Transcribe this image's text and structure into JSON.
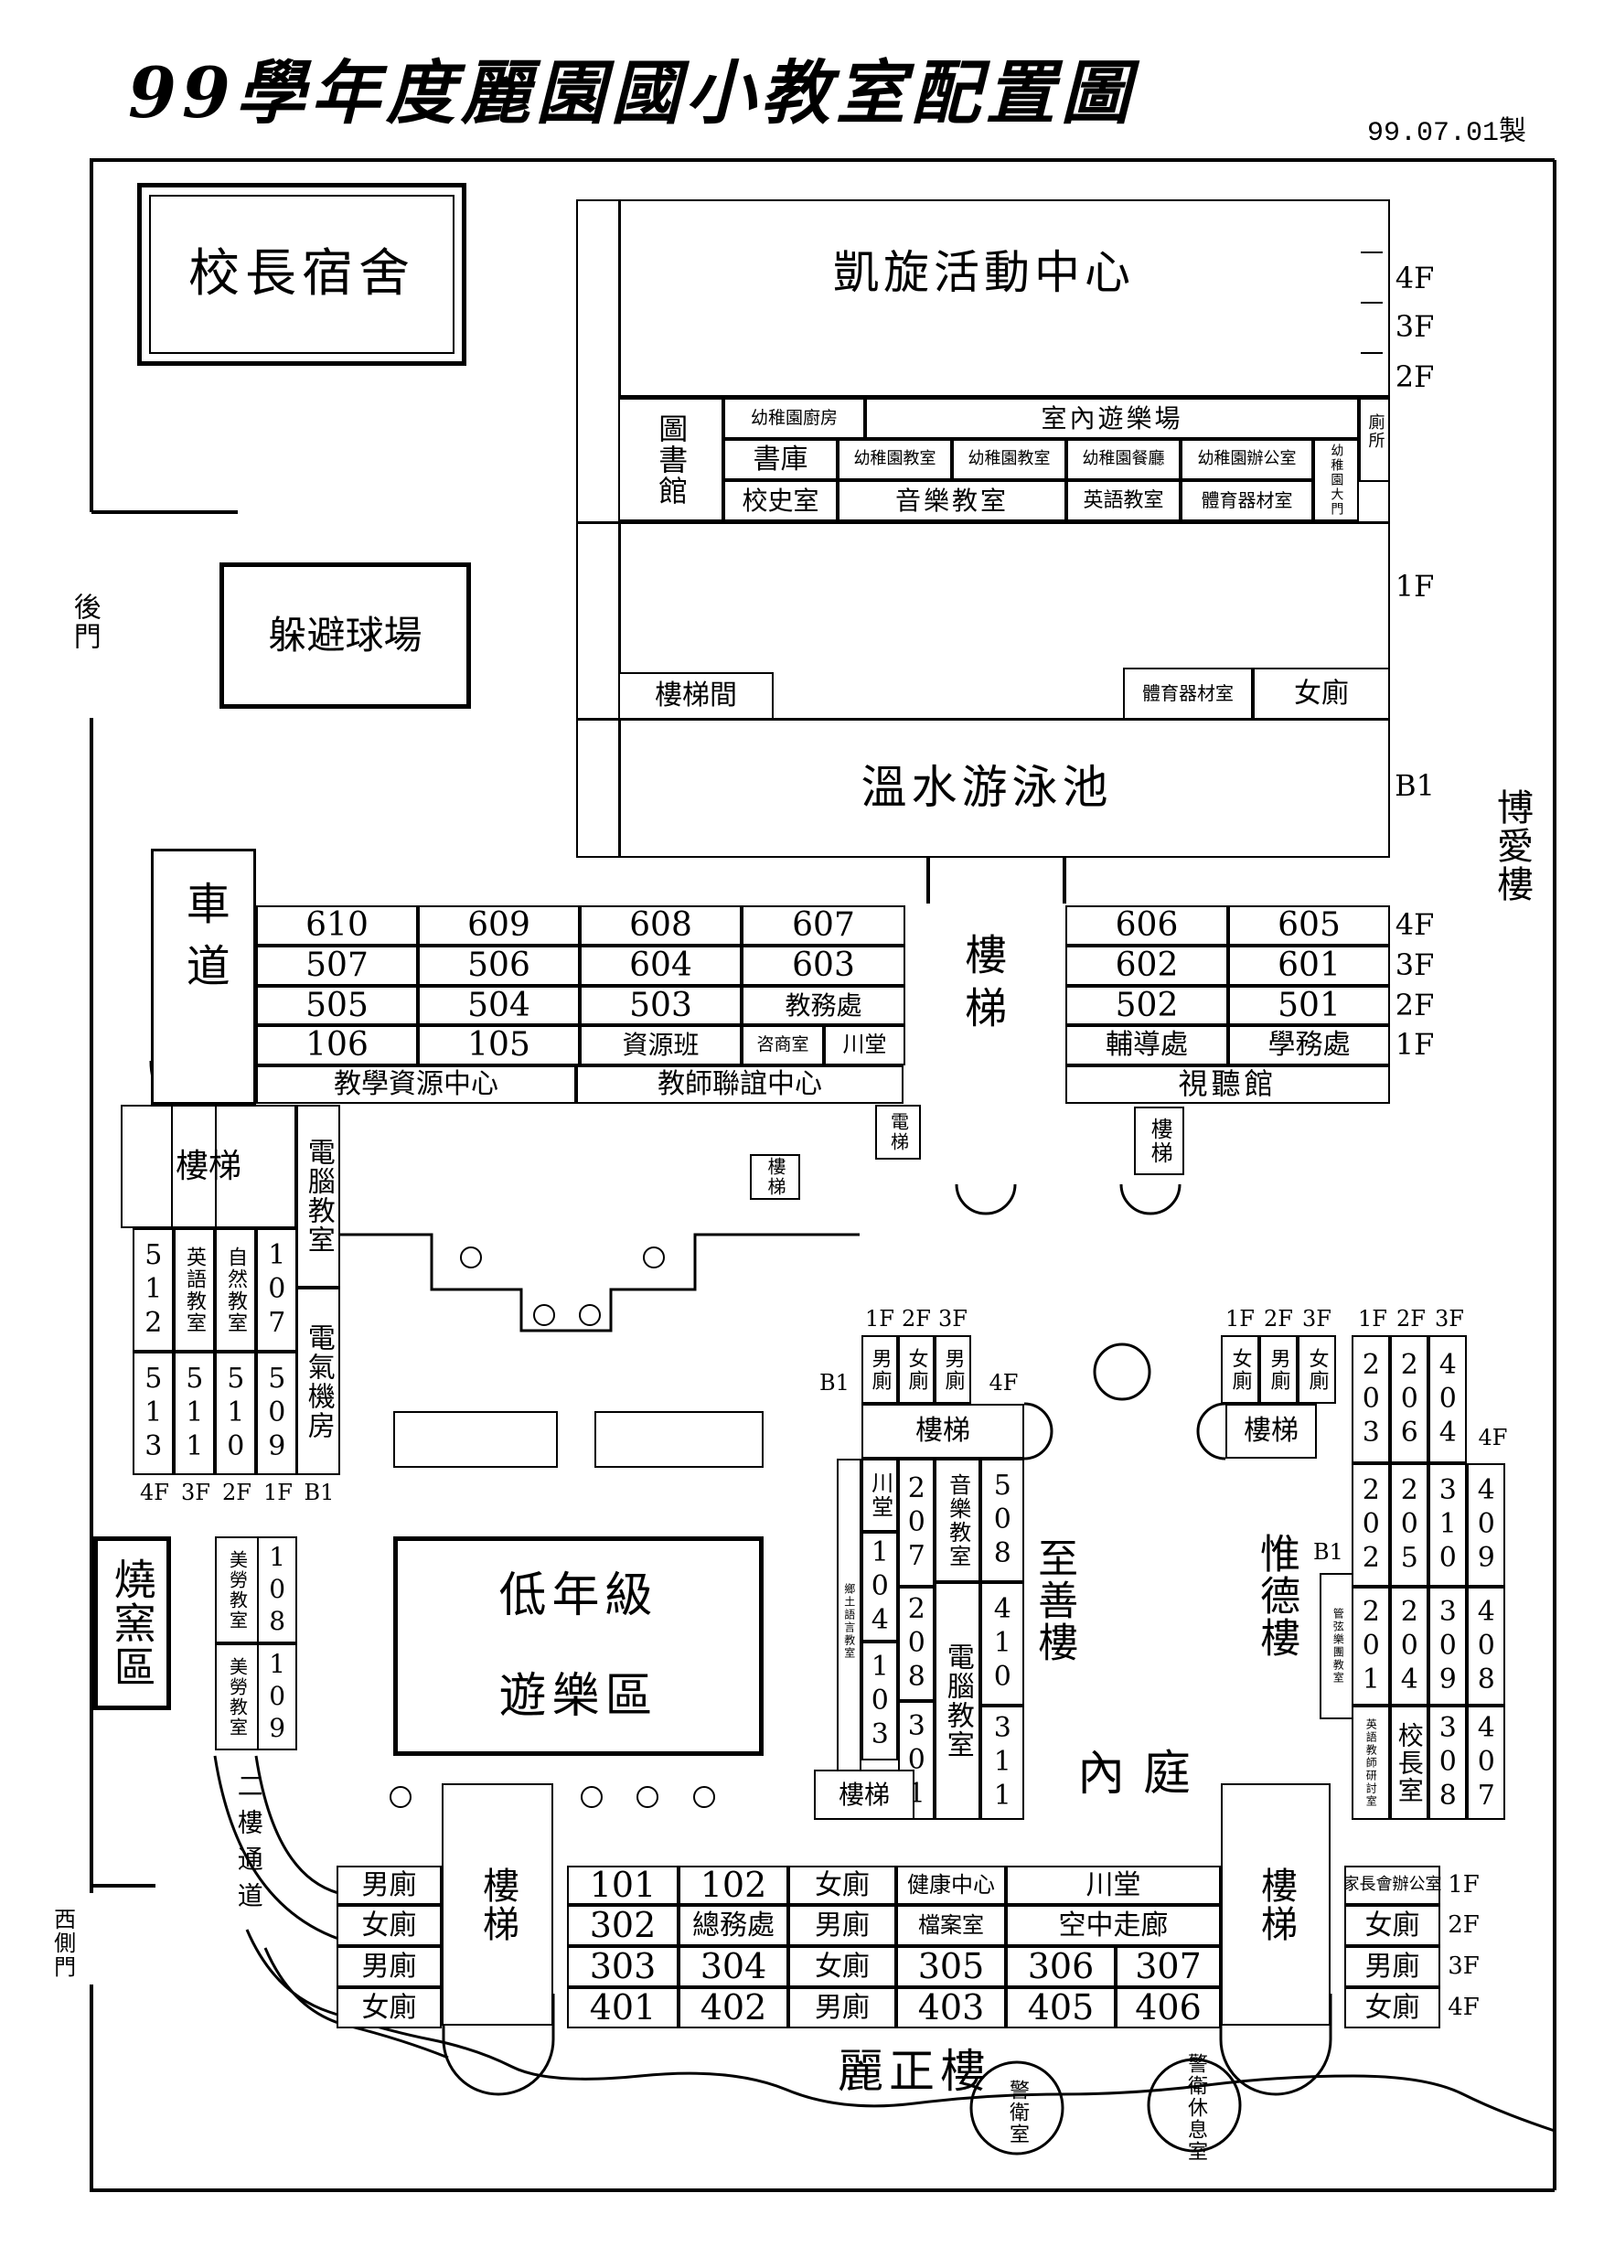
{
  "title": "99學年度麗園國小教室配置圖",
  "date": "99.07.01製",
  "outside": {
    "back_gate": "後門",
    "west_gate": "西側門",
    "bo_ai": "博愛樓"
  },
  "principal_dorm": "校長宿舍",
  "dodgeball": "躲避球場",
  "activity_center": "凱旋活動中心",
  "floors_right": [
    "4F",
    "3F",
    "2F",
    "1F",
    "B1"
  ],
  "library": "圖書館",
  "kinder_kitchen": "幼稚園廚房",
  "indoor_play": "室內遊樂場",
  "toilet_small": "廁所",
  "book_store": "書庫",
  "kinder_class1": "幼稚園教室",
  "kinder_class2": "幼稚園教室",
  "kinder_dining": "幼稚園餐廳",
  "kinder_office": "幼稚園辦公室",
  "kinder_gate": "幼稚園大門",
  "history_room": "校史室",
  "music_room": "音樂教室",
  "english_room": "英語教室",
  "pe_store": "體育器材室",
  "stair_room": "樓梯間",
  "pe_store2": "體育器材室",
  "women_wc": "女廁",
  "pool": "溫水游泳池",
  "driveway": "車道",
  "north_rows": [
    [
      "610",
      "609",
      "608",
      "607"
    ],
    [
      "507",
      "506",
      "604",
      "603"
    ],
    [
      "505",
      "504",
      "503",
      "教務處"
    ],
    [
      "106",
      "105",
      "資源班"
    ]
  ],
  "counsel": "咨商室",
  "chuan1": "川堂",
  "north_right": [
    [
      "606",
      "605"
    ],
    [
      "602",
      "601"
    ],
    [
      "502",
      "501"
    ],
    [
      "輔導處",
      "學務處"
    ]
  ],
  "north_floors": [
    "4F",
    "3F",
    "2F",
    "1F"
  ],
  "stairs": "樓梯",
  "teach_res": "教學資源中心",
  "teacher_club": "教師聯誼中心",
  "av_hall": "視聽館",
  "stairs_w": "樓梯",
  "computer_room": "電腦教室",
  "electric_room": "電氣機房",
  "west_cols_top": [
    "512",
    "英語教室",
    "自然教室",
    "107"
  ],
  "west_cols_bot": [
    "513",
    "511",
    "510",
    "509"
  ],
  "west_floors": [
    "4F",
    "3F",
    "2F",
    "1F",
    "B1"
  ],
  "elevator": "電梯",
  "kiln": "燒窯區",
  "art1": "美勞教室",
  "art2": "美勞教室",
  "r108": "108",
  "r109": "109",
  "corridor2": "二樓通道",
  "play_low": [
    "低年級",
    "遊樂區"
  ],
  "mid_floors": [
    "1F",
    "2F",
    "3F"
  ],
  "mid_wc": [
    "男廁",
    "女廁",
    "男廁"
  ],
  "b1a": "B1",
  "f4a": "4F",
  "local_lang": "鄉土語言教室",
  "chuan2": "川堂",
  "r104": "104",
  "r103": "103",
  "r207": "207",
  "r208": "208",
  "r301": "301",
  "music2": "音樂教室",
  "computer2": "電腦教室",
  "r508": "508",
  "r410": "410",
  "r311": "311",
  "zhishan": "至善樓",
  "courtyard": "內庭",
  "weide": "惟德樓",
  "band_room": "管弦樂團教室",
  "eng_seminar": "英語教師研討室",
  "b1b": "B1",
  "east_floors": [
    "1F",
    "2F",
    "3F"
  ],
  "east_wc": [
    "女廁",
    "男廁",
    "女廁"
  ],
  "east_floors2": [
    "1F",
    "2F",
    "3F"
  ],
  "f4b": "4F",
  "east_grid": [
    [
      "203",
      "206",
      "404",
      ""
    ],
    [
      "202",
      "205",
      "310",
      "409"
    ],
    [
      "201",
      "204",
      "309",
      "408"
    ],
    [
      "英語教師研討室",
      "校長室",
      "308",
      "407"
    ]
  ],
  "principal": "校長室",
  "south_left_wc": [
    "男廁",
    "女廁",
    "男廁",
    "女廁"
  ],
  "south_grid": [
    [
      "101",
      "102",
      "女廁",
      "健康中心",
      "川堂",
      ""
    ],
    [
      "302",
      "總務處",
      "男廁",
      "檔案室",
      "空中走廊",
      ""
    ],
    [
      "303",
      "304",
      "女廁",
      "305",
      "306",
      "307"
    ],
    [
      "401",
      "402",
      "男廁",
      "403",
      "405",
      "406"
    ]
  ],
  "south_right": [
    "家長會辦公室",
    "女廁",
    "男廁",
    "女廁"
  ],
  "south_floors": [
    "1F",
    "2F",
    "3F",
    "4F"
  ],
  "lizheng": "麗正樓",
  "guard1": "警衛室",
  "guard2": "警衛休息室"
}
